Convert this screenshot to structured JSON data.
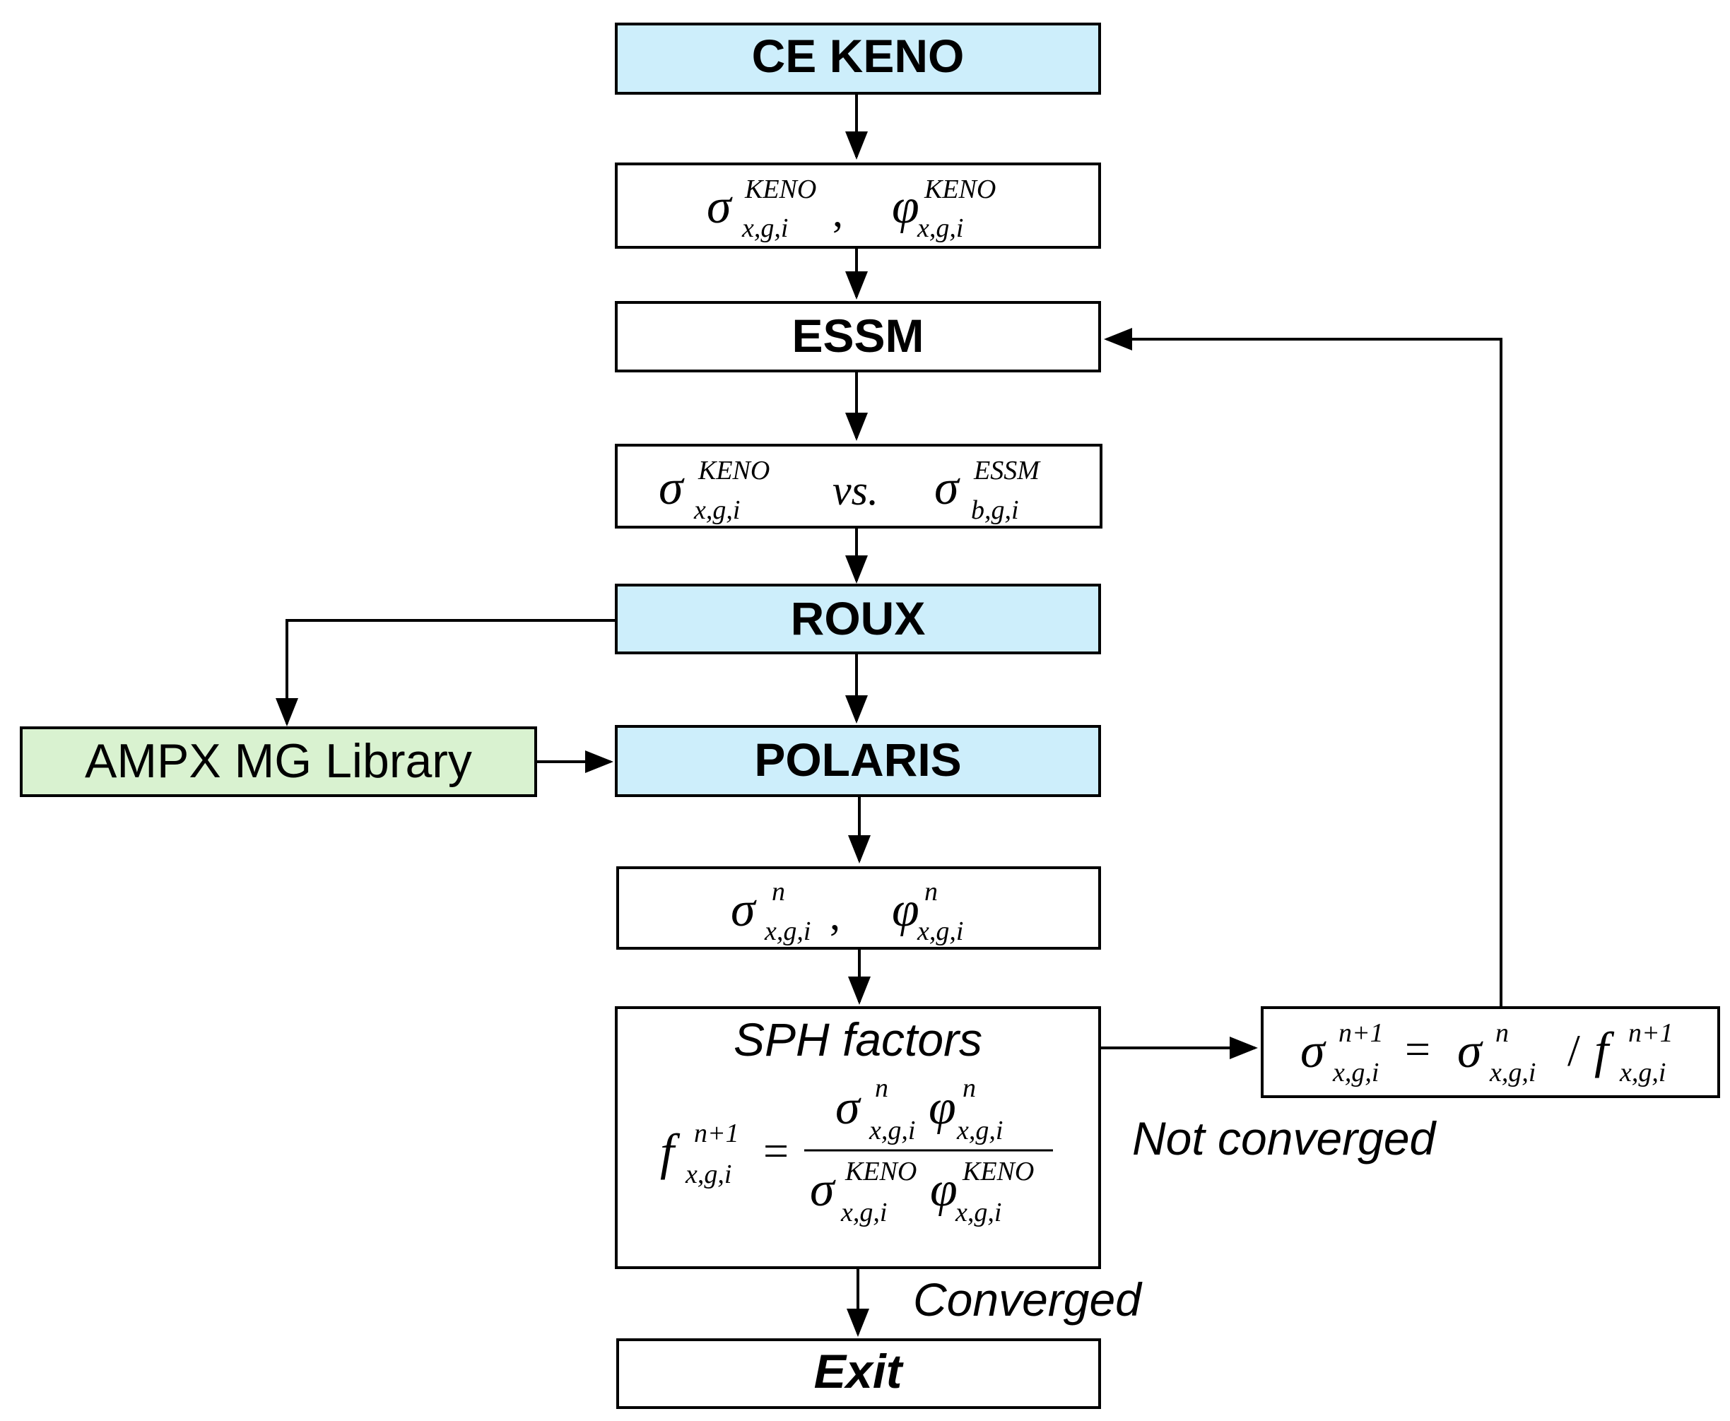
{
  "colors": {
    "blue_fill": "#cdeefb",
    "green_fill": "#d9f2d0",
    "white_fill": "#ffffff",
    "stroke": "#000000"
  },
  "boxes": {
    "ce_keno": "CE KENO",
    "essm": "ESSM",
    "roux": "ROUX",
    "polaris": "POLARIS",
    "ampx": "AMPX MG Library",
    "sph_title": "SPH factors",
    "exit": "Exit"
  },
  "math": {
    "sigma": "σ",
    "phi": "φ",
    "f": "f",
    "sub_xgi": "x,g,i",
    "sub_bgi": "b,g,i",
    "sup_keno": "KENO",
    "sup_essm": "ESSM",
    "sup_n": "n",
    "sup_n1": "n+1",
    "comma": ",",
    "vs": "vs.",
    "equals": "=",
    "slash": "/"
  },
  "labels": {
    "not_converged": "Not converged",
    "converged": "Converged"
  }
}
